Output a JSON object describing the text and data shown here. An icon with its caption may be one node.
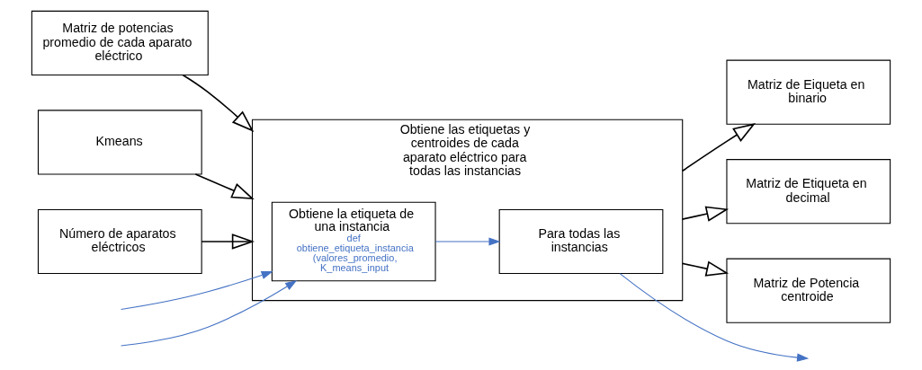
{
  "diagram": {
    "nodes": [
      {
        "text": [
          "Matriz de potencias promedio de cada aparato eléctrico"
        ]
      },
      {
        "text": [
          "Kmeans"
        ]
      },
      {
        "text": [
          "Número de aparatos eléctricos"
        ]
      },
      {
        "text": [
          "Obtiene las etiquetas y centroides de cada aparato eléctrico para todas las instancias"
        ]
      },
      {
        "text": [
          "Obtiene la etiqueta de una instancia",
          "def obtiene_etiqueta_instancia (valores_promedio, K_means_input"
        ],
        "in": 3
      },
      {
        "text": [
          "Para todas las instancias"
        ],
        "in": 3
      },
      {
        "text": [
          "Matriz de Eiqueta en binario"
        ]
      },
      {
        "text": [
          "Matriz de Etiqueta en decimal"
        ]
      },
      {
        "text": [
          "Matriz de Potencia centroide"
        ]
      }
    ],
    "edges": [
      {
        "from": 0,
        "to": 3,
        "arrow": "to"
      },
      {
        "from": 1,
        "to": 3,
        "arrow": "to"
      },
      {
        "from": 2,
        "to": 3,
        "arrow": "to"
      },
      {
        "from": null,
        "to": 4,
        "arrow": "to",
        "color": "#4472c4"
      },
      {
        "from": null,
        "to": 4,
        "arrow": "to",
        "color": "#4472c4"
      },
      {
        "from": 4,
        "to": 5,
        "arrow": "to",
        "color": "#4472c4"
      },
      {
        "from": 5,
        "to": null,
        "arrow": "to",
        "color": "#4472c4"
      },
      {
        "from": 3,
        "to": 6,
        "arrow": "to"
      },
      {
        "from": 3,
        "to": 7,
        "arrow": "to"
      },
      {
        "from": 3,
        "to": 8,
        "arrow": "to"
      }
    ]
  }
}
